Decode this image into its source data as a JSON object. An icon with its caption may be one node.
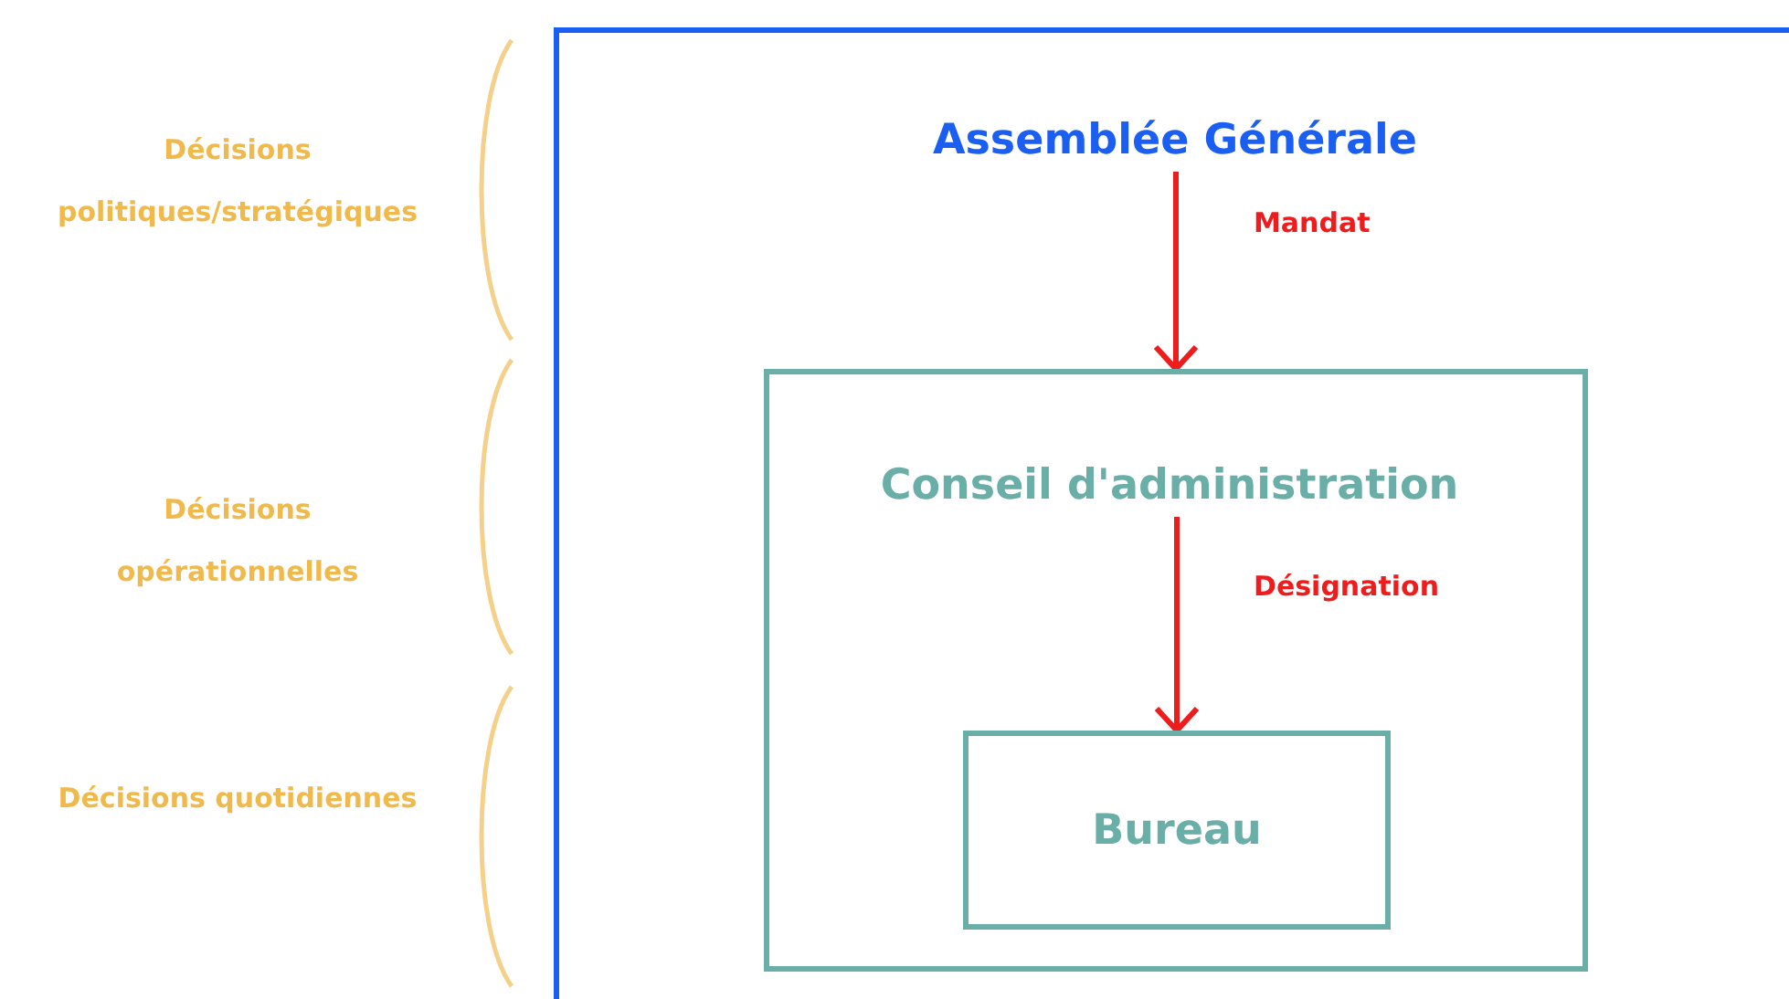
{
  "diagram": {
    "nodes": [
      {
        "text": [],
        "shape": "box"
      },
      {
        "text": [
          "Assemblée Générale"
        ],
        "in": 0
      },
      {
        "text": [],
        "shape": "box",
        "in": 0
      },
      {
        "text": [
          "Conseil d'administration"
        ],
        "in": 2
      },
      {
        "text": [
          "Bureau"
        ],
        "in": 2
      }
    ],
    "edges": [
      {
        "from": 1,
        "to": 2,
        "arrow": "to",
        "label": "Mandat"
      },
      {
        "from": 3,
        "to": 4,
        "arrow": "to",
        "label": "Désignation"
      }
    ],
    "labels": [
      "Décisions politiques/stratégiques",
      "Décisions opérationnelles",
      "Décisions quotidiennes"
    ]
  }
}
